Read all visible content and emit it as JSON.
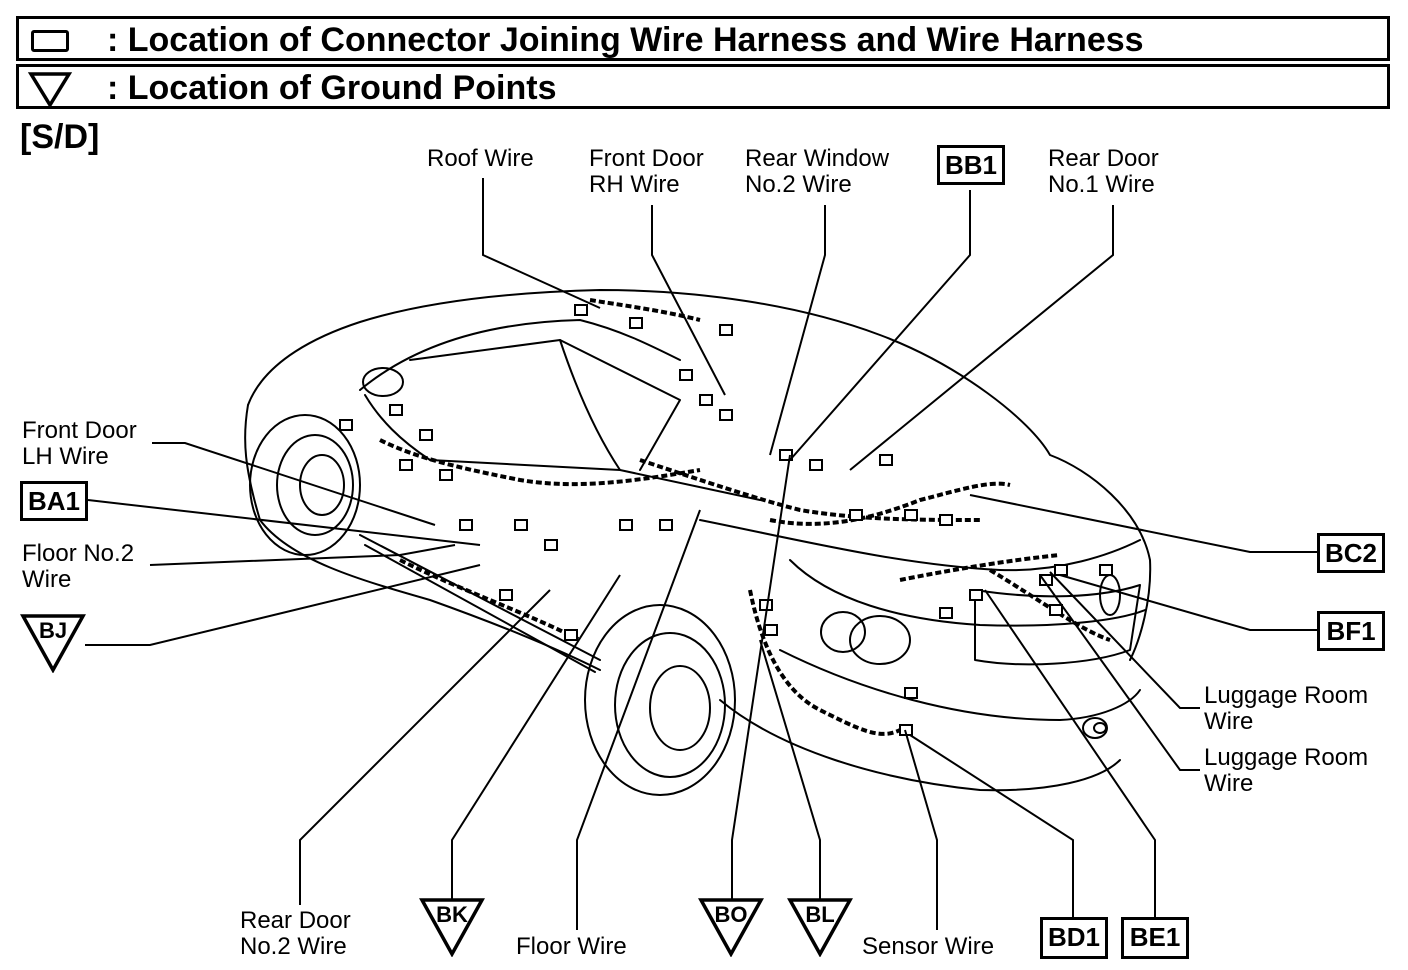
{
  "legend": {
    "connector": ": Location of Connector Joining Wire Harness and Wire Harness",
    "ground": ": Location of Ground Points"
  },
  "section": "[S/D]",
  "wires": {
    "roof": "Roof Wire",
    "front_door_rh_1": "Front Door",
    "front_door_rh_2": "RH Wire",
    "rear_window_1": "Rear Window",
    "rear_window_2": "No.2 Wire",
    "rear_door_no1_1": "Rear Door",
    "rear_door_no1_2": "No.1 Wire",
    "front_door_lh_1": "Front Door",
    "front_door_lh_2": "LH Wire",
    "floor_no2_1": "Floor No.2",
    "floor_no2_2": "Wire",
    "luggage_a_1": "Luggage Room",
    "luggage_a_2": "Wire",
    "luggage_b_1": "Luggage Room",
    "luggage_b_2": "Wire",
    "rear_door_no2_1": "Rear Door",
    "rear_door_no2_2": "No.2 Wire",
    "floor": "Floor Wire",
    "sensor": "Sensor Wire"
  },
  "connectors": {
    "bb1": "BB1",
    "ba1": "BA1",
    "bc2": "BC2",
    "bf1": "BF1",
    "bd1": "BD1",
    "be1": "BE1"
  },
  "grounds": {
    "bj": "BJ",
    "bk": "BK",
    "bo": "BO",
    "bl": "BL"
  }
}
